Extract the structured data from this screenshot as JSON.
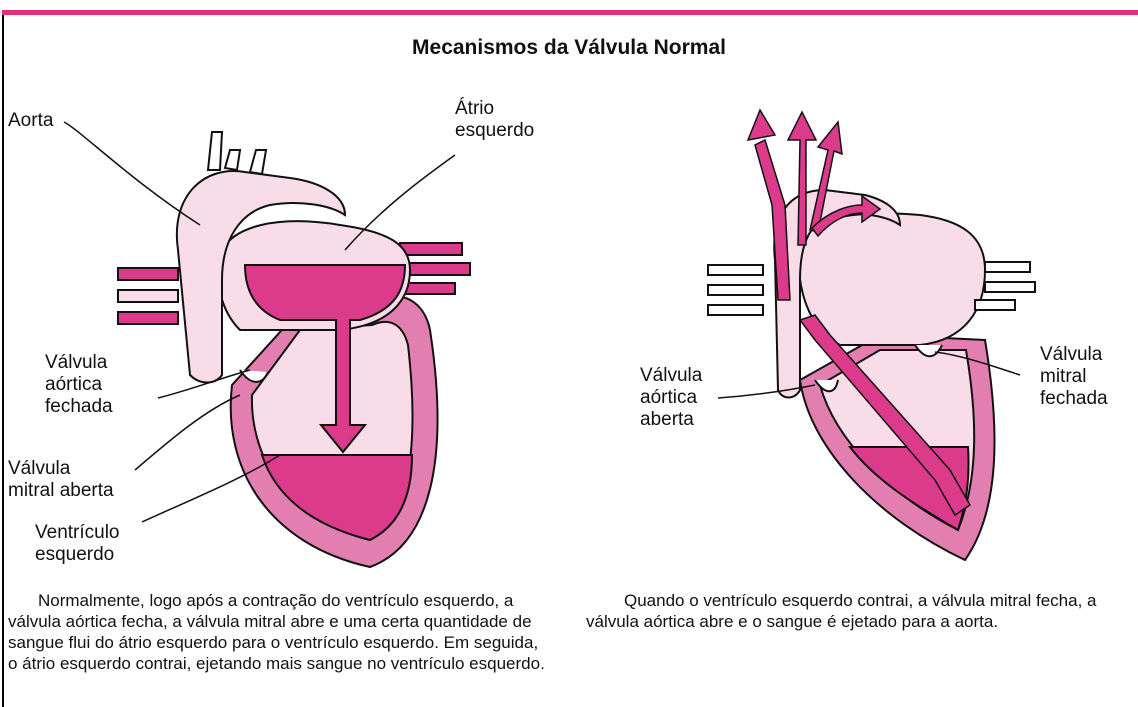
{
  "title": "Mecanismos da Válvula Normal",
  "colors": {
    "accent": "#e0307e",
    "light_pink": "#f8dce8",
    "mid_pink": "#e27fb0",
    "deep_pink": "#dc3b8c"
  },
  "left_diagram": {
    "labels": {
      "aorta": "Aorta",
      "atrio_esquerdo": "Átrio\nesquerdo",
      "valvula_aortica_fechada": "Válvula\naórtica\nfechada",
      "valvula_mitral_aberta": "Válvula\nmitral aberta",
      "ventriculo_esquerdo": "Ventrículo\nesquerdo"
    },
    "caption": "Normalmente, logo após a contração do ventrículo esquerdo, a válvula aórtica fecha, a válvula mitral abre e uma certa quantidade de sangue flui do átrio esquerdo para o ventrículo esquerdo. Em seguida, o átrio esquerdo contrai, ejetando mais sangue no ventrículo esquerdo."
  },
  "right_diagram": {
    "labels": {
      "valvula_aortica_aberta": "Válvula\naórtica\naberta",
      "valvula_mitral_fechada": "Válvula\nmitral\nfechada"
    },
    "caption": "Quando o ventrículo esquerdo contrai, a válvula mitral fecha, a válvula aórtica abre e o sangue é ejetado para a aorta."
  }
}
